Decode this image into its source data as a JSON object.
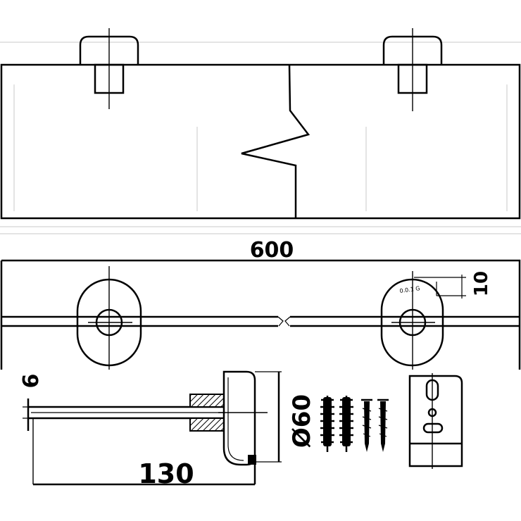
{
  "dimensions": {
    "length": "600",
    "hole_offset": "10",
    "thickness": "6",
    "projection": "130",
    "diameter": "Ø60"
  },
  "annotations": {
    "tiny_label": "0.0.1 G"
  },
  "colors": {
    "line": "#000000",
    "background": "#ffffff",
    "ghost": "#c8c8c8"
  },
  "parts": {
    "screws": 2,
    "wall_plugs": 2
  }
}
